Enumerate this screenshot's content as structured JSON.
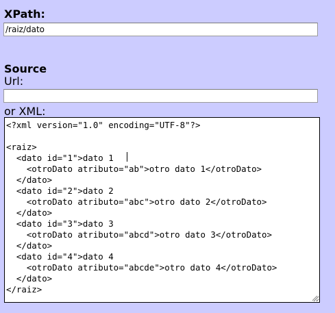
{
  "xpath": {
    "heading": "XPath:",
    "value": "/raiz/dato"
  },
  "source": {
    "heading": "Source",
    "url_label": "Url:",
    "url_value": "",
    "xml_label": "or XML:",
    "xml_value": "<?xml version=\"1.0\" encoding=\"UTF-8\"?>\n\n<raiz>\n  <dato id=\"1\">dato 1\n    <otroDato atributo=\"ab\">otro dato 1</otroDato>\n  </dato>\n  <dato id=\"2\">dato 2\n    <otroDato atributo=\"abc\">otro dato 2</otroDato>\n  </dato>\n  <dato id=\"3\">dato 3\n    <otroDato atributo=\"abcd\">otro dato 3</otroDato>\n  </dato>\n  <dato id=\"4\">dato 4\n    <otroDato atributo=\"abcde\">otro dato 4</otroDato>\n  </dato>\n</raiz>"
  },
  "colors": {
    "page_background": "#ccccff"
  }
}
